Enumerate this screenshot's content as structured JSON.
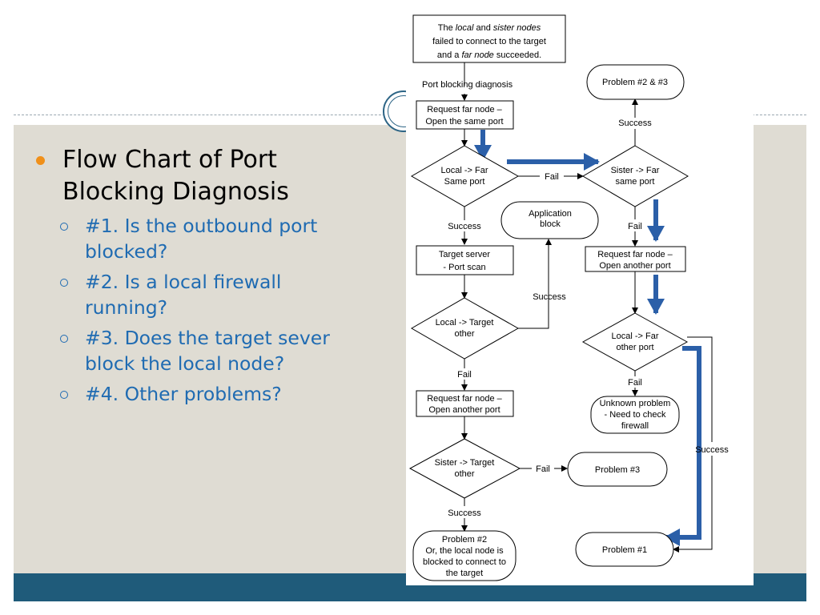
{
  "slide": {
    "main_bullet": "Flow Chart of Port Blocking Diagnosis",
    "sub_bullets": [
      "#1. Is the outbound port blocked?",
      "#2. Is a local firewall running?",
      "#3. Does the target sever block the local node?",
      "#4. Other problems?"
    ],
    "colors": {
      "accent_bullet": "#f0901a",
      "sub_text": "#1f6bb2",
      "band": "#1f5b7a",
      "body_bg": "#dfdcd3"
    }
  },
  "flowchart": {
    "start": {
      "pre1": "The ",
      "em1": "local",
      "mid1": " and ",
      "em2": "sister nodes",
      "line2": "failed to connect to the target",
      "pre3": "and a ",
      "em3": "far node",
      "post3": " succeeded."
    },
    "port_blocking_diagnosis": "Port blocking diagnosis",
    "req_same": [
      "Request far node –",
      "Open the same port"
    ],
    "local_far_same": [
      "Local -> Far",
      "Same port"
    ],
    "sister_far_same": [
      "Sister -> Far",
      "same port"
    ],
    "problem_23": "Problem #2 & #3",
    "application_block": [
      "Application",
      "block"
    ],
    "target_scan": [
      "Target server",
      "- Port scan"
    ],
    "local_target_other": [
      "Local -> Target",
      "other"
    ],
    "req_another_left": [
      "Request far node –",
      "Open another port"
    ],
    "sister_target_other": [
      "Sister -> Target",
      "other"
    ],
    "problem_3": "Problem #3",
    "problem_2": [
      "Problem #2",
      "Or, the local node is",
      "blocked to connect to",
      "the target"
    ],
    "req_another_right": [
      "Request far node –",
      "Open another port"
    ],
    "local_far_other": [
      "Local -> Far",
      "other port"
    ],
    "unknown_problem": [
      "Unknown problem",
      "- Need to check",
      "firewall"
    ],
    "problem_1": "Problem #1",
    "labels": {
      "fail": "Fail",
      "success": "Success"
    },
    "highlight_arrow_color": "#2b5fa8"
  }
}
